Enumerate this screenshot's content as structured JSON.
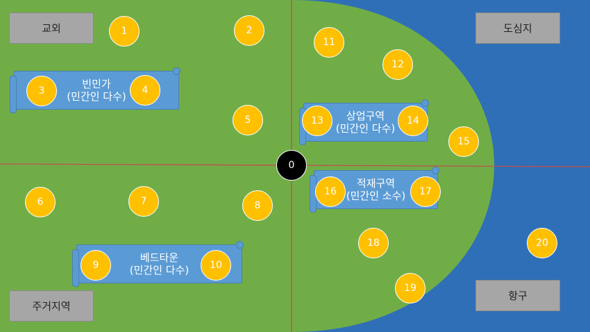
{
  "colors": {
    "water": "#2f6fb7",
    "land": "#70ad47",
    "axis": "#c0504d",
    "node_fill": "#ffc000",
    "center_fill": "#000000",
    "scroll_fill": "#5b9bd5",
    "box_fill": "#a6a6a6"
  },
  "corners": {
    "top_left": "교외",
    "top_right": "도심지",
    "bottom_left": "주거지역",
    "bottom_right": "항구"
  },
  "zones": {
    "slum": {
      "line1": "빈민가",
      "line2": "(민간인 다수)"
    },
    "commercial": {
      "line1": "상업구역",
      "line2": "(민간인 다수)"
    },
    "loading": {
      "line1": "적재구역",
      "line2": "(민간인 소수)"
    },
    "bedtown": {
      "line1": "베드타운",
      "line2": "(민간인 다수)"
    }
  },
  "nodes": {
    "n0": "0",
    "n1": "1",
    "n2": "2",
    "n3": "3",
    "n4": "4",
    "n5": "5",
    "n6": "6",
    "n7": "7",
    "n8": "8",
    "n9": "9",
    "n10": "10",
    "n11": "11",
    "n12": "12",
    "n13": "13",
    "n14": "14",
    "n15": "15",
    "n16": "16",
    "n17": "17",
    "n18": "18",
    "n19": "19",
    "n20": "20"
  }
}
